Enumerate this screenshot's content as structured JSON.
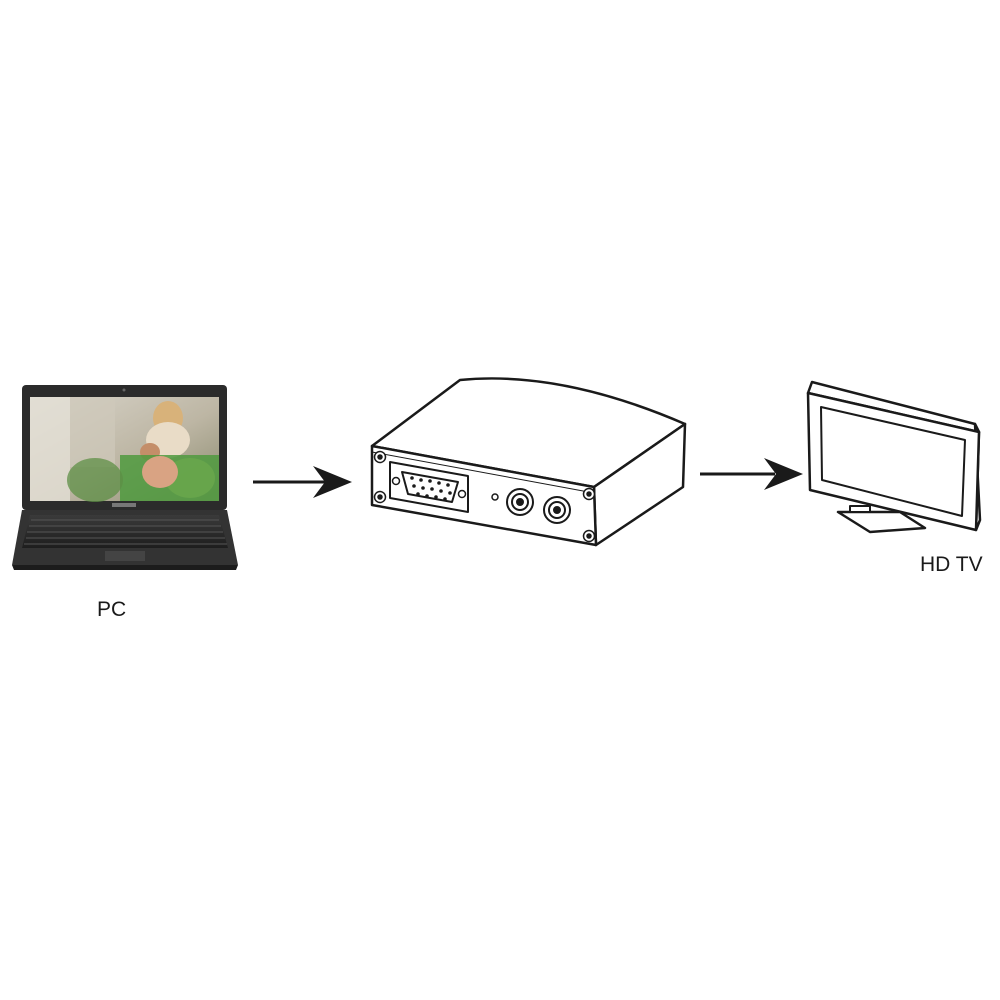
{
  "diagram": {
    "nodes": [
      {
        "id": "pc",
        "label": "PC",
        "icon": "laptop-icon"
      },
      {
        "id": "converter",
        "label": "",
        "icon": "converter-box-icon"
      },
      {
        "id": "tv",
        "label": "HD TV",
        "icon": "monitor-icon"
      }
    ],
    "edges": [
      {
        "from": "pc",
        "to": "converter"
      },
      {
        "from": "converter",
        "to": "tv"
      }
    ]
  },
  "colors": {
    "stroke": "#1a1a1a",
    "screen_photo_bg": "#c9c3b4",
    "screen_photo_green": "#4f9a3e",
    "laptop_body": "#2c2c2c",
    "device_fill": "#ffffff"
  }
}
